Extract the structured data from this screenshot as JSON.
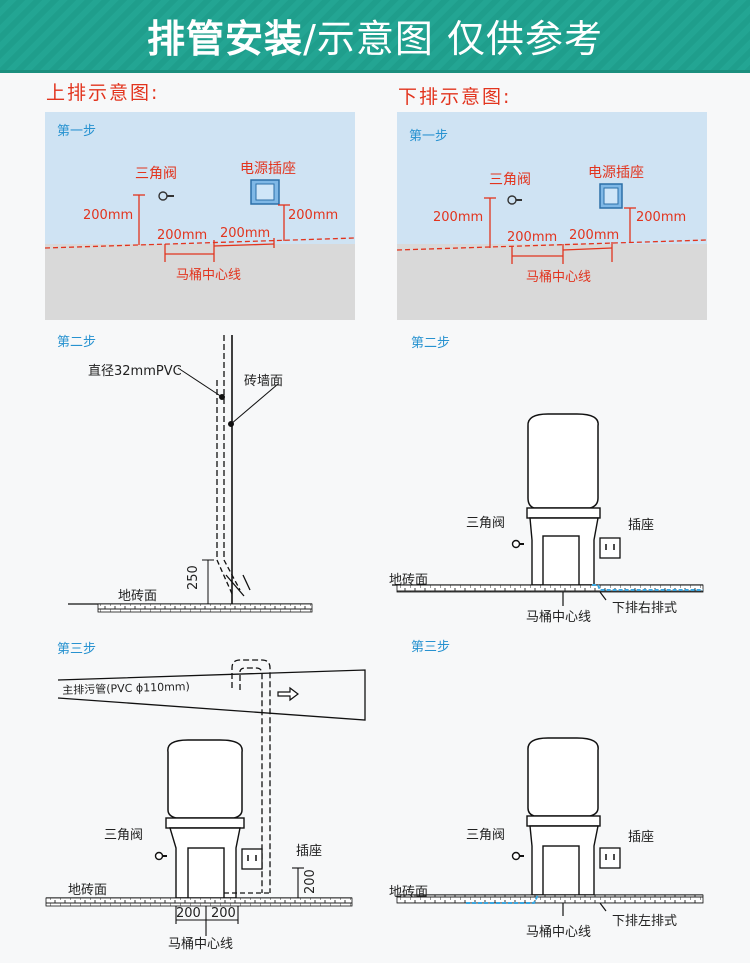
{
  "banner": {
    "title_bold": "排管安装",
    "title_rest": "/示意图 仅供参考"
  },
  "top": {
    "title": "上排示意图:",
    "step1": "第一步",
    "step2": "第二步",
    "step3": "第三步",
    "valve": "三角阀",
    "socket": "电源插座",
    "h_valve": "200mm",
    "h_socket": "200mm",
    "off_left": "200mm",
    "off_right": "200mm",
    "center": "马桶中心线",
    "pvc": "直径32mmPVC",
    "wall": "砖墙面",
    "floor": "地砖面",
    "h250": "250",
    "main_pipe": "主排污管(PVC ϕ110mm)",
    "valve3": "三角阀",
    "socket3": "插座",
    "floor3": "地砖面",
    "h200": "200",
    "w_left": "200",
    "w_right": "200",
    "center3": "马桶中心线"
  },
  "bottom": {
    "title": "下排示意图:",
    "step1": "第一步",
    "step2": "第二步",
    "step3": "第三步",
    "valve": "三角阀",
    "socket": "电源插座",
    "h_valve": "200mm",
    "h_socket": "200mm",
    "off_left": "200mm",
    "off_right": "200mm",
    "center": "马桶中心线",
    "valve2": "三角阀",
    "socket2": "插座",
    "floor2": "地砖面",
    "center2": "马桶中心线",
    "right_drain": "下排右排式",
    "valve3": "三角阀",
    "socket3": "插座",
    "floor3": "地砖面",
    "center3": "马桶中心线",
    "left_drain": "下排左排式"
  },
  "colors": {
    "banner": "#1f9e8c",
    "red": "#e2341e",
    "step_blue": "#2792d0",
    "wall": "#cfe3f3",
    "floor": "#d9d9d9",
    "pipe_blue": "#3aa6e0"
  }
}
